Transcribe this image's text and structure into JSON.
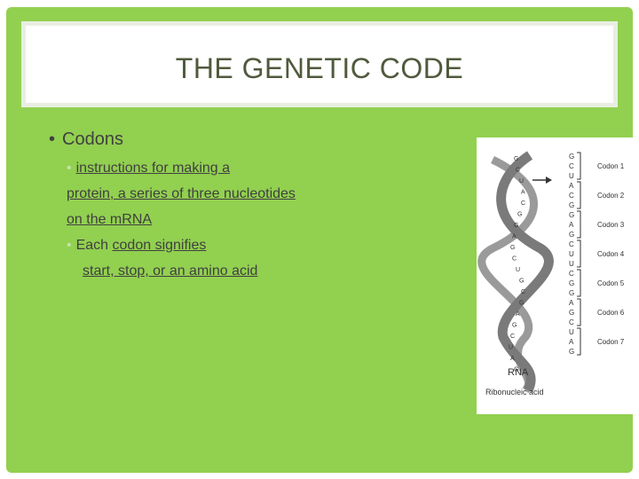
{
  "title": "THE GENETIC CODE",
  "bullet1": "Codons",
  "sub1": {
    "part1": "instructions for making a",
    "part2": "protein, a series of three nucleotides",
    "part3": "on the mRNA"
  },
  "sub2": {
    "prefix": "Each ",
    "highlight": "codon signifies",
    "line2": "start, stop, or an amino acid"
  },
  "figure": {
    "rna_label": "RNA",
    "caption": "Ribonucleic acid",
    "codon_labels": [
      "Codon 1",
      "Codon 2",
      "Codon 3",
      "Codon 4",
      "Codon 5",
      "Codon 6",
      "Codon 7"
    ],
    "sequence": [
      "G",
      "C",
      "U",
      "A",
      "C",
      "G",
      "G",
      "A",
      "G",
      "C",
      "U",
      "U",
      "C",
      "G",
      "G",
      "A",
      "G",
      "C",
      "U",
      "A",
      "G"
    ],
    "helix_bases": [
      "G",
      "C",
      "U",
      "A",
      "C",
      "G",
      "G",
      "A",
      "G",
      "C",
      "U",
      "G",
      "C",
      "G",
      "A",
      "G",
      "C",
      "U",
      "A",
      "G"
    ]
  },
  "colors": {
    "slide_bg": "#92d050",
    "title_text": "#4f5a3c",
    "body_text": "#404040",
    "bullet_accent": "#c6e0a6"
  }
}
